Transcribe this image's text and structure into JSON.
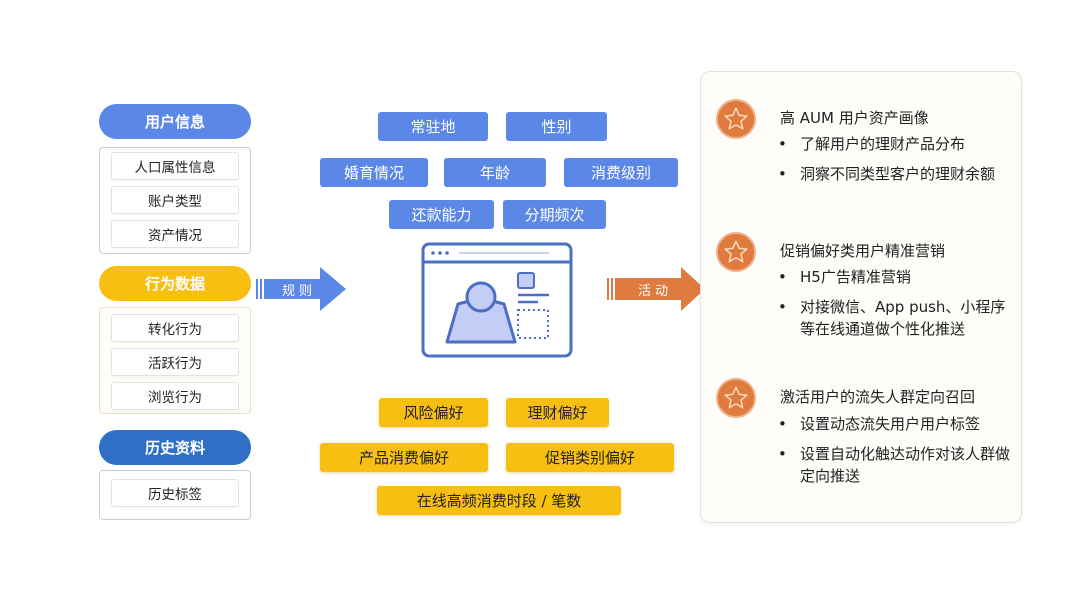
{
  "colors": {
    "blue_accent": "#5b87e6",
    "yellow_accent": "#f6bf12",
    "dark_blue": "#2f6fc6",
    "orange_accent": "#e07b3f"
  },
  "left": {
    "groups": [
      {
        "title": "用户信息",
        "items": [
          "人口属性信息",
          "账户类型",
          "资产情况"
        ]
      },
      {
        "title": "行为数据",
        "items": [
          "转化行为",
          "活跃行为",
          "浏览行为"
        ]
      },
      {
        "title": "历史资料",
        "items": [
          "历史标签"
        ]
      }
    ]
  },
  "arrows": {
    "rules": "规则",
    "activity": "活动"
  },
  "center": {
    "blue_tags": [
      "常驻地",
      "性别",
      "婚育情况",
      "年龄",
      "消费级别",
      "还款能力",
      "分期频次"
    ],
    "yellow_tags": [
      "风险偏好",
      "理财偏好",
      "产品消费偏好",
      "促销类别偏好",
      "在线高频消费时段 / 笔数"
    ],
    "profile_icon": "user-profile-window-icon"
  },
  "right": {
    "sections": [
      {
        "icon": "star-icon",
        "title": "高 AUM 用户资产画像",
        "bullets": [
          "了解用户的理财产品分布",
          "洞察不同类型客户的理财余额"
        ]
      },
      {
        "icon": "star-icon",
        "title": "促销偏好类用户精准营销",
        "bullets": [
          "H5广告精准营销",
          "对接微信、App push、小程序等在线通道做个性化推送"
        ]
      },
      {
        "icon": "star-icon",
        "title": "激活用户的流失人群定向召回",
        "bullets": [
          "设置动态流失用户用户标签",
          "设置自动化触达动作对该人群做定向推送"
        ]
      }
    ]
  }
}
